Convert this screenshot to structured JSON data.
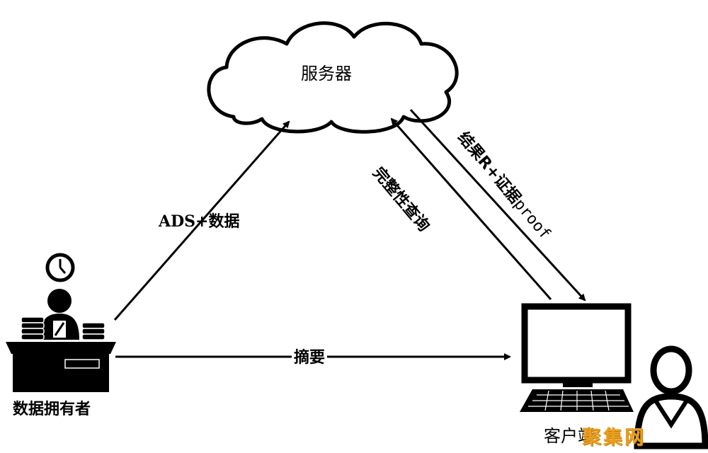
{
  "nodes": {
    "server": {
      "label": "服务器"
    },
    "owner": {
      "label": "数据拥有者"
    },
    "client": {
      "label": "客户端"
    }
  },
  "edges": {
    "owner_to_server": {
      "label": "ADS+数据"
    },
    "owner_to_client": {
      "label": "摘要"
    },
    "client_to_server": {
      "label": "完整性查询"
    },
    "server_to_client": {
      "label_prefix": "结果R+证据",
      "label_suffix": "proof"
    }
  },
  "watermark": "聚集网",
  "colors": {
    "stroke": "#000000",
    "fill": "#ffffff",
    "watermark": "#e8a020"
  },
  "icons": [
    "cloud-icon",
    "clock-icon",
    "person-at-desk-icon",
    "monitor-icon",
    "keyboard-icon",
    "user-icon"
  ]
}
